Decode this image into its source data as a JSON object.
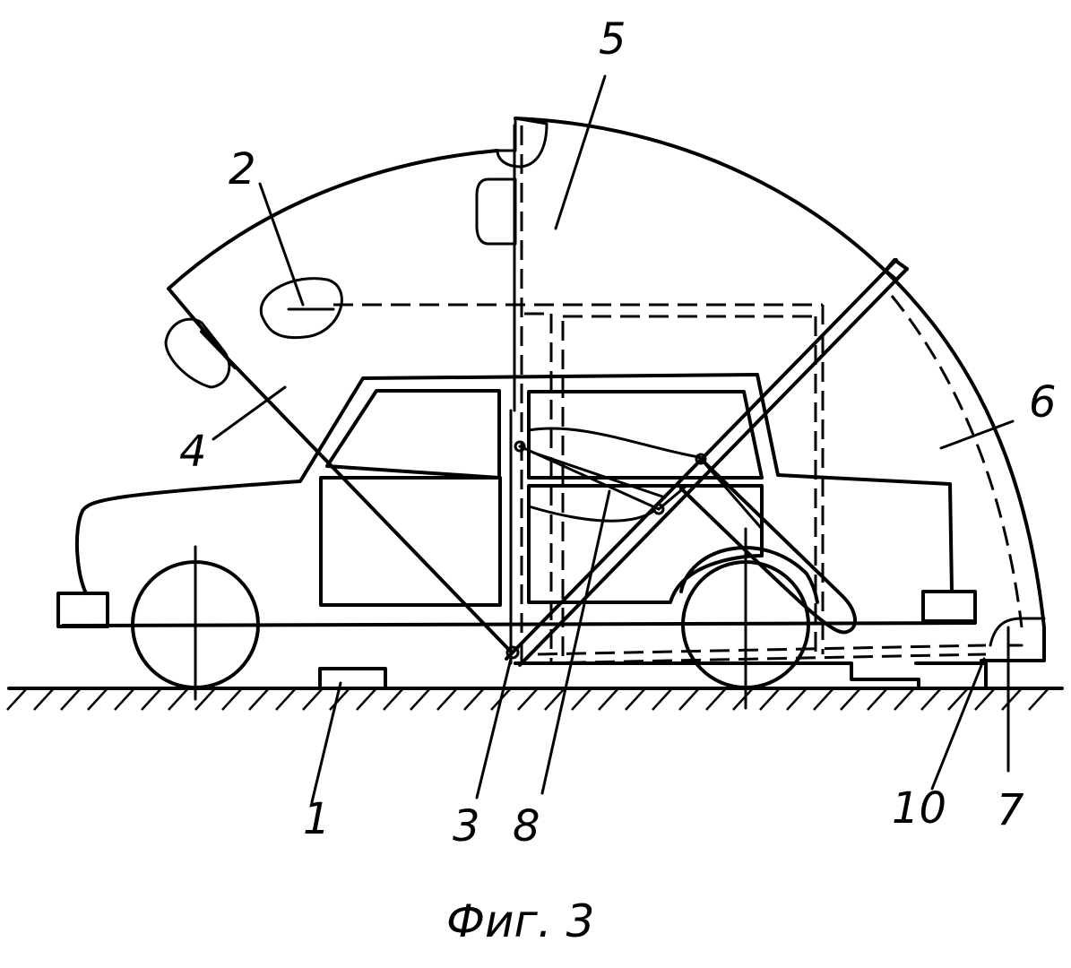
{
  "figure": {
    "caption": "Фиг. 3",
    "labels": {
      "l1": "1",
      "l2": "2",
      "l3": "3",
      "l4": "4",
      "l5": "5",
      "l6": "6",
      "l7": "7",
      "l8": "8",
      "l10": "10"
    }
  }
}
